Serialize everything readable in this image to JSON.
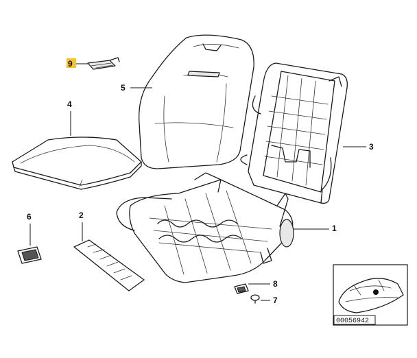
{
  "callouts": {
    "c1": "1",
    "c2": "2",
    "c3": "3",
    "c4": "4",
    "c5": "5",
    "c6": "6",
    "c7": "7",
    "c8": "8",
    "c9": "9"
  },
  "highlighted_callout": "9",
  "colors": {
    "highlight": "#f4c430",
    "line": "#1a1a1a"
  },
  "inset": {
    "doc_number": "00056942"
  }
}
